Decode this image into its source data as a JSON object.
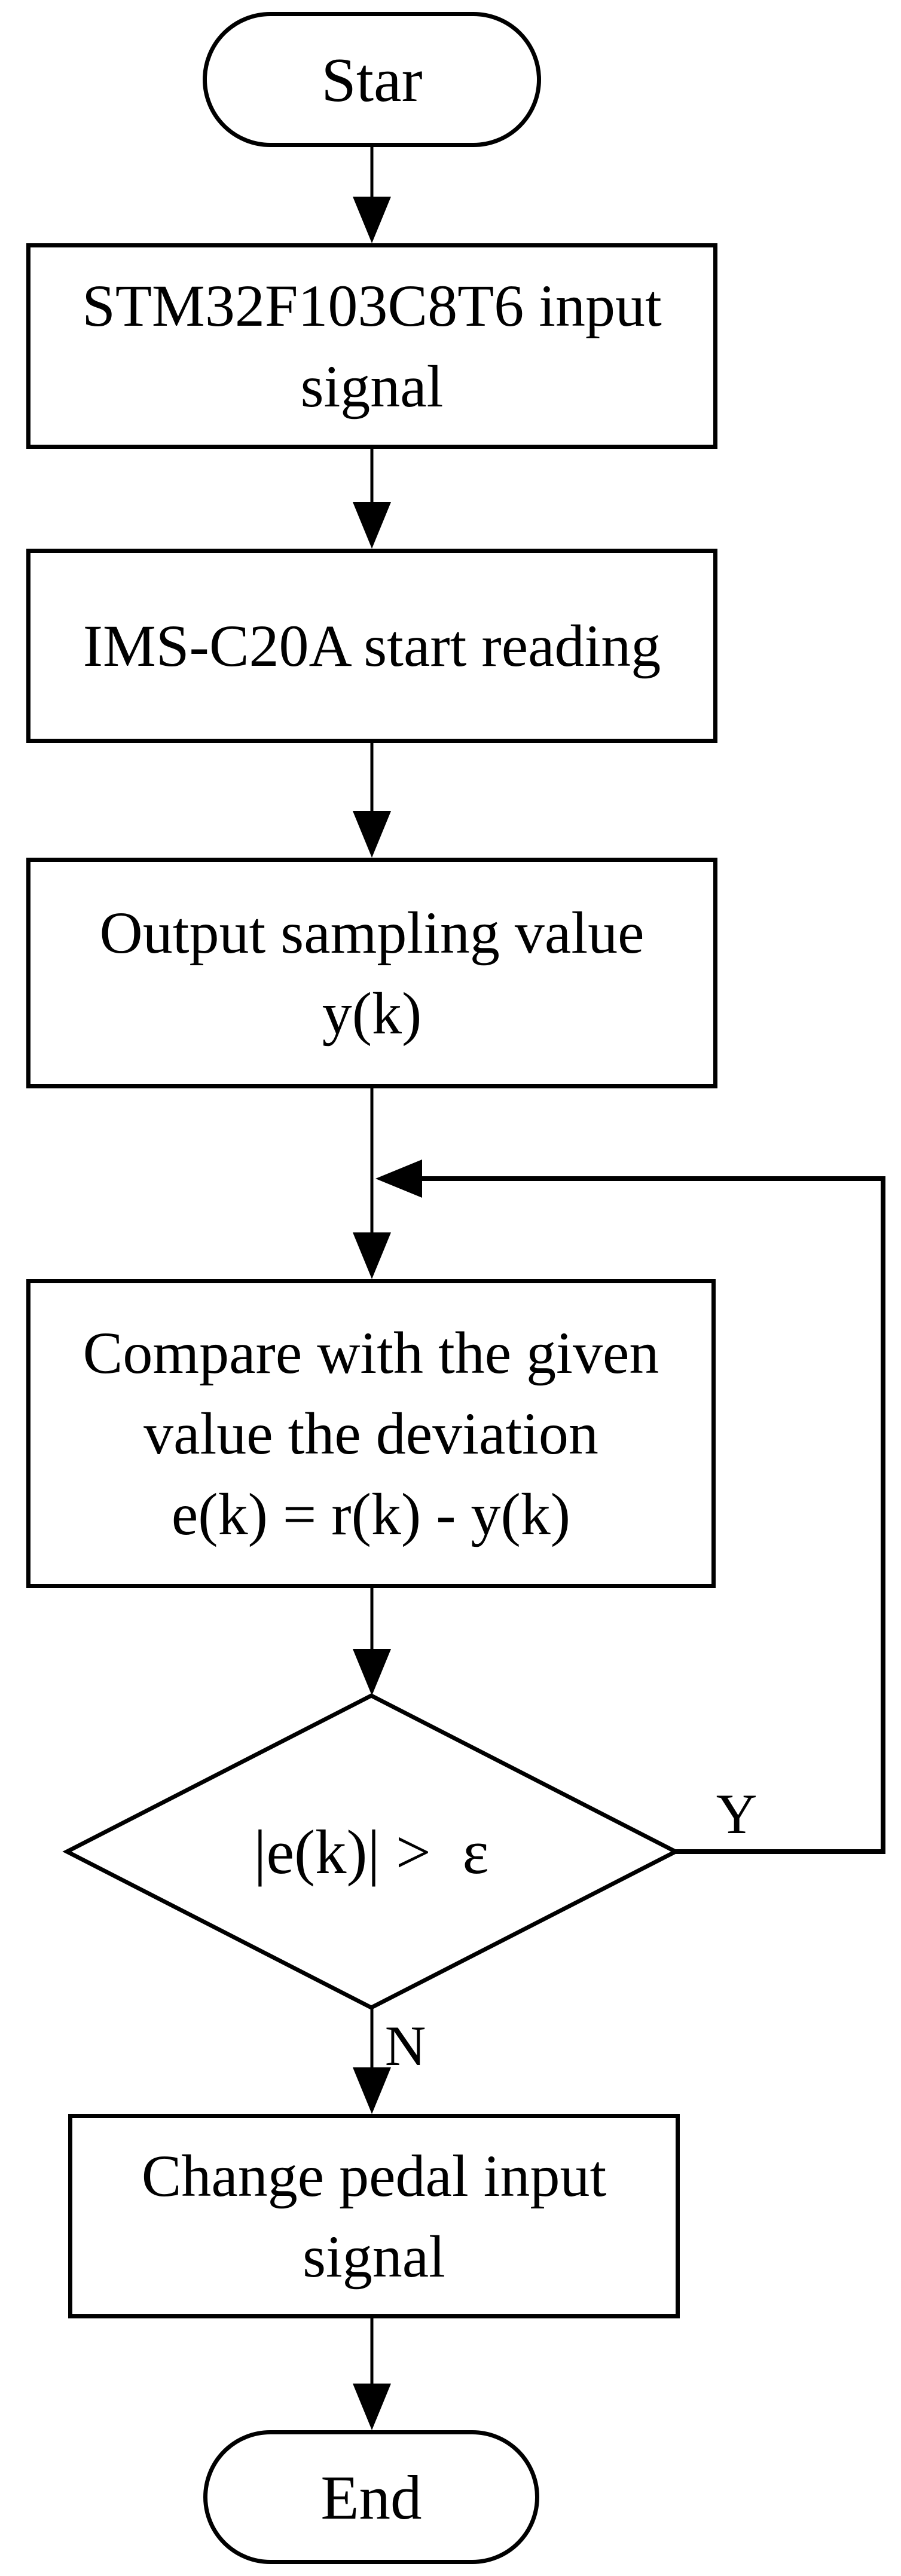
{
  "nodes": {
    "start": {
      "label": "Star"
    },
    "input_signal": {
      "line1": "STM32F103C8T6 input",
      "line2": "signal"
    },
    "ims_read": {
      "label": "IMS-C20A start reading"
    },
    "output_sampling": {
      "line1": "Output sampling value",
      "line2": "y(k)"
    },
    "compare": {
      "line1": "Compare with the given",
      "line2": "value the deviation",
      "line3": "e(k) = r(k) - y(k)"
    },
    "decision": {
      "label": "|e(k)| >  ε"
    },
    "change_pedal": {
      "line1": "Change pedal input",
      "line2": "signal"
    },
    "end": {
      "label": "End"
    }
  },
  "edge_labels": {
    "yes": "Y",
    "no": "N"
  },
  "colors": {
    "background": "#ffffff",
    "stroke": "#000000",
    "node_fill": "#ffffff"
  }
}
